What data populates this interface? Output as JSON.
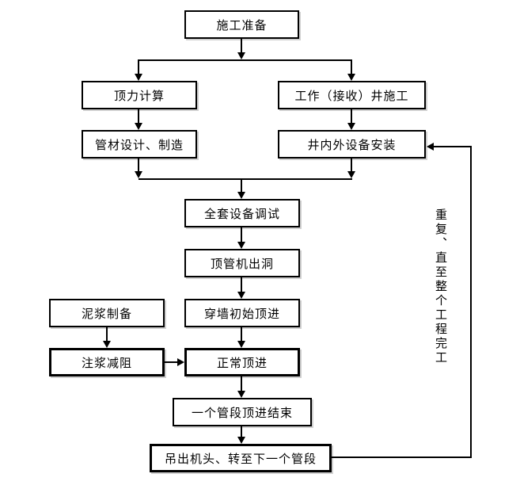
{
  "diagram": {
    "type": "flowchart",
    "nodes": {
      "prep": "施工准备",
      "jacking_force": "顶力计算",
      "shaft_construction": "工作（接收）井施工",
      "pipe_design": "管材设计、制造",
      "equipment_install": "井内外设备安装",
      "equipment_debug": "全套设备调试",
      "machine_launch": "顶管机出洞",
      "mud_preparation": "泥浆制备",
      "initial_jacking": "穿墙初始顶进",
      "grouting": "注浆减阻",
      "normal_jacking": "正常顶进",
      "section_complete": "一个管段顶进结束",
      "lift_head": "吊出机头、转至下一个管段"
    },
    "annotations": {
      "repeat_note": "重复、直至整个工程完工"
    },
    "colors": {
      "line": "#000000",
      "box_fill": "#ffffff",
      "background": "#ffffff",
      "text": "#000000"
    }
  }
}
